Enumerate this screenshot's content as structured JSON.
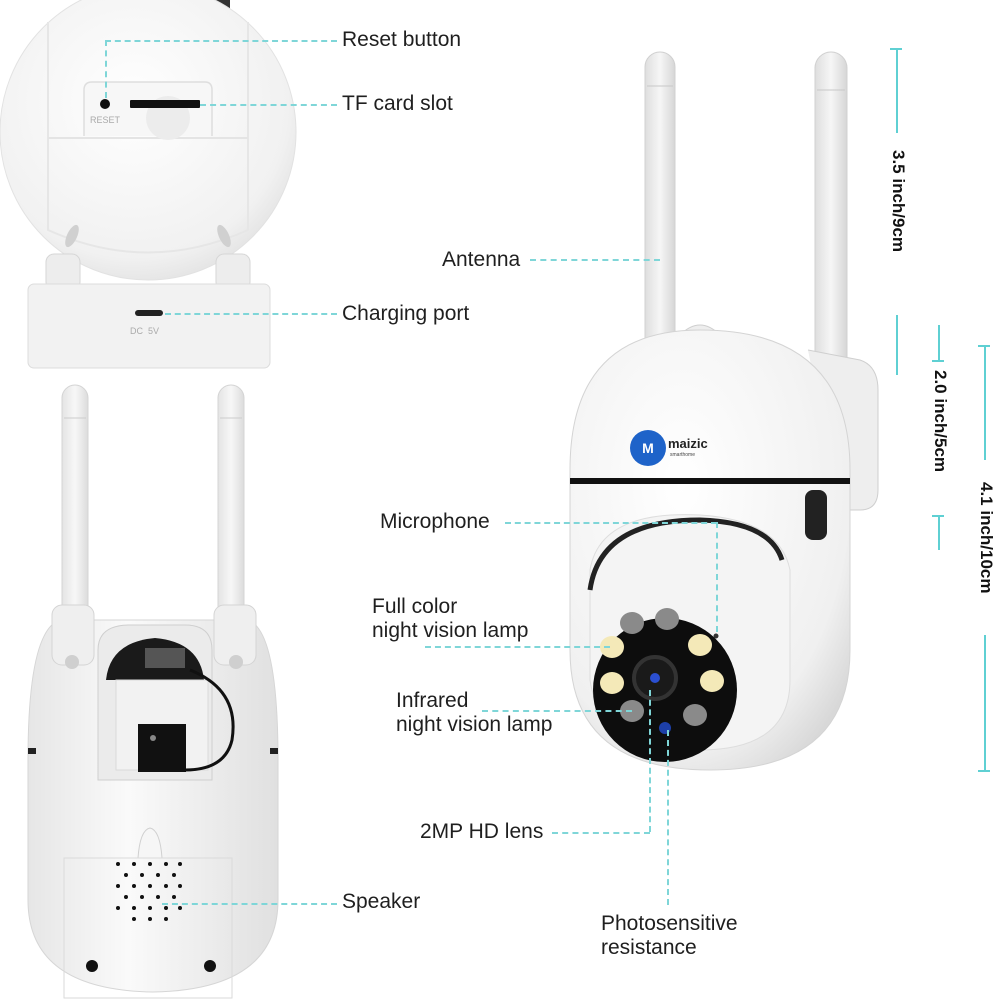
{
  "brand": {
    "logo_text": "maizic",
    "logo_subtext": "smarthome",
    "logo_color": "#1e63c9"
  },
  "colors": {
    "accent_line": "#5fd0d3",
    "body_white": "#f4f4f4",
    "text": "#1f1f1f"
  },
  "top_left_view": {
    "printed_marks": {
      "reset": "RESET",
      "dc": "DC",
      "volt": "5V"
    },
    "labels": {
      "reset_button": "Reset button",
      "tf_card_slot": "TF card slot",
      "charging_port": "Charging port"
    }
  },
  "bottom_left_view": {
    "labels": {
      "speaker": "Speaker"
    }
  },
  "front_view": {
    "labels": {
      "antenna": "Antenna",
      "microphone": "Microphone",
      "full_color_lamp_line1": "Full color",
      "full_color_lamp_line2": "night vision lamp",
      "infrared_lamp_line1": "Infrared",
      "infrared_lamp_line2": "night vision lamp",
      "lens": "2MP HD lens",
      "photosensitive_line1": "Photosensitive",
      "photosensitive_line2": "resistance"
    }
  },
  "dimensions": {
    "antenna_height": "3.5 inch/9cm",
    "head_height": "2.0 inch/5cm",
    "body_height": "4.1 inch/10cm"
  }
}
